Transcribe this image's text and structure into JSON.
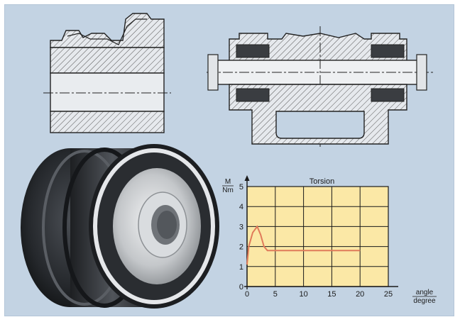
{
  "colors": {
    "background": "#c3d3e3",
    "plot_fill": "#fbe8a6",
    "series": "#e07a5a",
    "rubber": "#2c2f33",
    "metal": "#b9bcbf",
    "hatch": "#444444"
  },
  "chart_data": {
    "type": "line",
    "title": "Torsion",
    "ylabel_top": "M",
    "ylabel_bottom": "Nm",
    "xlabel_top": "angle",
    "xlabel_bottom": "degree",
    "xlim": [
      0,
      25
    ],
    "ylim": [
      0,
      5
    ],
    "xticks": [
      "0",
      "5",
      "10",
      "15",
      "20",
      "25"
    ],
    "yticks": [
      "0",
      "1",
      "2",
      "3",
      "4",
      "5"
    ],
    "grid": true,
    "series": [
      {
        "x": [
          0,
          0.3,
          1.0,
          1.8,
          2.4,
          3.0,
          3.6,
          5,
          10,
          15,
          20
        ],
        "y": [
          1.1,
          2.0,
          2.7,
          3.0,
          2.6,
          2.0,
          1.8,
          1.8,
          1.8,
          1.8,
          1.8
        ]
      }
    ]
  }
}
